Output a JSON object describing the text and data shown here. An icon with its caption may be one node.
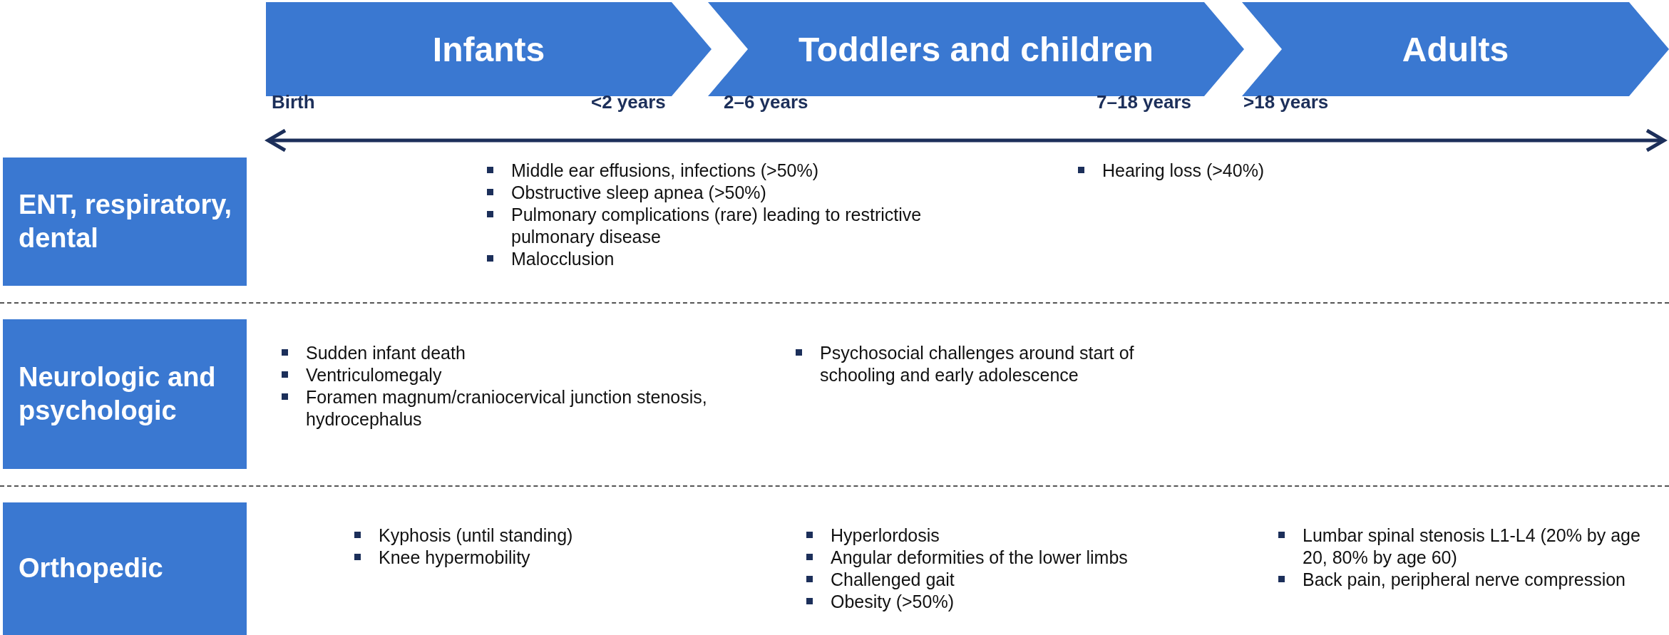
{
  "diagram": {
    "nodes": [
      {
        "text": [
          "Infants"
        ]
      },
      {
        "text": [
          "Toddlers and children"
        ]
      },
      {
        "text": [
          "Adults"
        ]
      },
      {
        "text": [
          "ENT, respiratory, dental"
        ]
      },
      {
        "text": [
          "Neurologic and psychologic"
        ]
      },
      {
        "text": [
          "Orthopedic"
        ]
      }
    ],
    "edges": [],
    "labels": [
      "Birth",
      "<2 years",
      "2–6 years",
      "7–18 years",
      ">18 years",
      "Middle ear effusions, infections (>50%)",
      "Obstructive sleep apnea (>50%)",
      "Pulmonary complications (rare) leading to restrictive pulmonary disease",
      "Malocclusion",
      "Hearing loss (>40%)",
      "Sudden infant death",
      "Ventriculomegaly",
      "Foramen magnum/craniocervical junction stenosis, hydrocephalus",
      "Psychosocial challenges around start of schooling and early adolescence",
      "Kyphosis (until standing)",
      "Knee hypermobility",
      "Hyperlordosis",
      "Angular deformities of the lower limbs",
      "Challenged gait",
      "Obesity (>50%)",
      "Lumbar spinal stenosis L1-L4 (20% by age 20, 80% by age 60)",
      "Back pain, peripheral nerve compression"
    ]
  }
}
